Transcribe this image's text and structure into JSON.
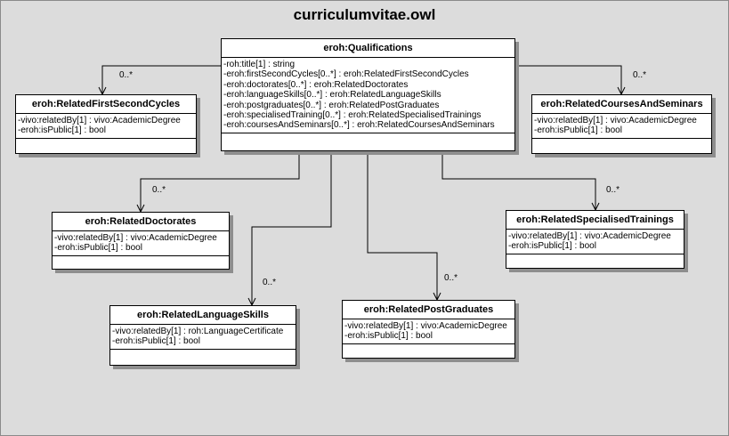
{
  "diagram": {
    "title": "curriculumvitae.owl",
    "colors": {
      "background": "#dcdcdc",
      "box": "#ffffff",
      "line": "#000000",
      "shadow": "#8e8e8e"
    },
    "classes": {
      "qualifications": {
        "name": "eroh:Qualifications",
        "attributes": [
          "-roh:title[1] : string",
          "-eroh:firstSecondCycles[0..*] : eroh:RelatedFirstSecondCycles",
          "-eroh:doctorates[0..*] : eroh:RelatedDoctorates",
          "-eroh:languageSkills[0..*] : eroh:RelatedLanguageSkills",
          "-eroh:postgraduates[0..*] : eroh:RelatedPostGraduates",
          "-eroh:specialisedTraining[0..*] : eroh:RelatedSpecialisedTrainings",
          "-eroh:coursesAndSeminars[0..*] : eroh:RelatedCoursesAndSeminars"
        ]
      },
      "first_second_cycles": {
        "name": "eroh:RelatedFirstSecondCycles",
        "attributes": [
          "-vivo:relatedBy[1] : vivo:AcademicDegree",
          "-eroh:isPublic[1] : bool"
        ]
      },
      "courses_and_seminars": {
        "name": "eroh:RelatedCoursesAndSeminars",
        "attributes": [
          "-vivo:relatedBy[1] : vivo:AcademicDegree",
          "-eroh:isPublic[1] : bool"
        ]
      },
      "doctorates": {
        "name": "eroh:RelatedDoctorates",
        "attributes": [
          "-vivo:relatedBy[1] : vivo:AcademicDegree",
          "-eroh:isPublic[1] : bool"
        ]
      },
      "specialised_trainings": {
        "name": "eroh:RelatedSpecialisedTrainings",
        "attributes": [
          "-vivo:relatedBy[1] : vivo:AcademicDegree",
          "-eroh:isPublic[1] : bool"
        ]
      },
      "language_skills": {
        "name": "eroh:RelatedLanguageSkills",
        "attributes": [
          "-vivo:relatedBy[1] : roh:LanguageCertificate",
          "-eroh:isPublic[1] : bool"
        ]
      },
      "post_graduates": {
        "name": "eroh:RelatedPostGraduates",
        "attributes": [
          "-vivo:relatedBy[1] : vivo:AcademicDegree",
          "-eroh:isPublic[1] : bool"
        ]
      }
    },
    "multiplicities": {
      "first_second_cycles": "0..*",
      "courses_and_seminars": "0..*",
      "doctorates": "0..*",
      "specialised_trainings": "0..*",
      "language_skills": "0..*",
      "post_graduates": "0..*"
    }
  }
}
